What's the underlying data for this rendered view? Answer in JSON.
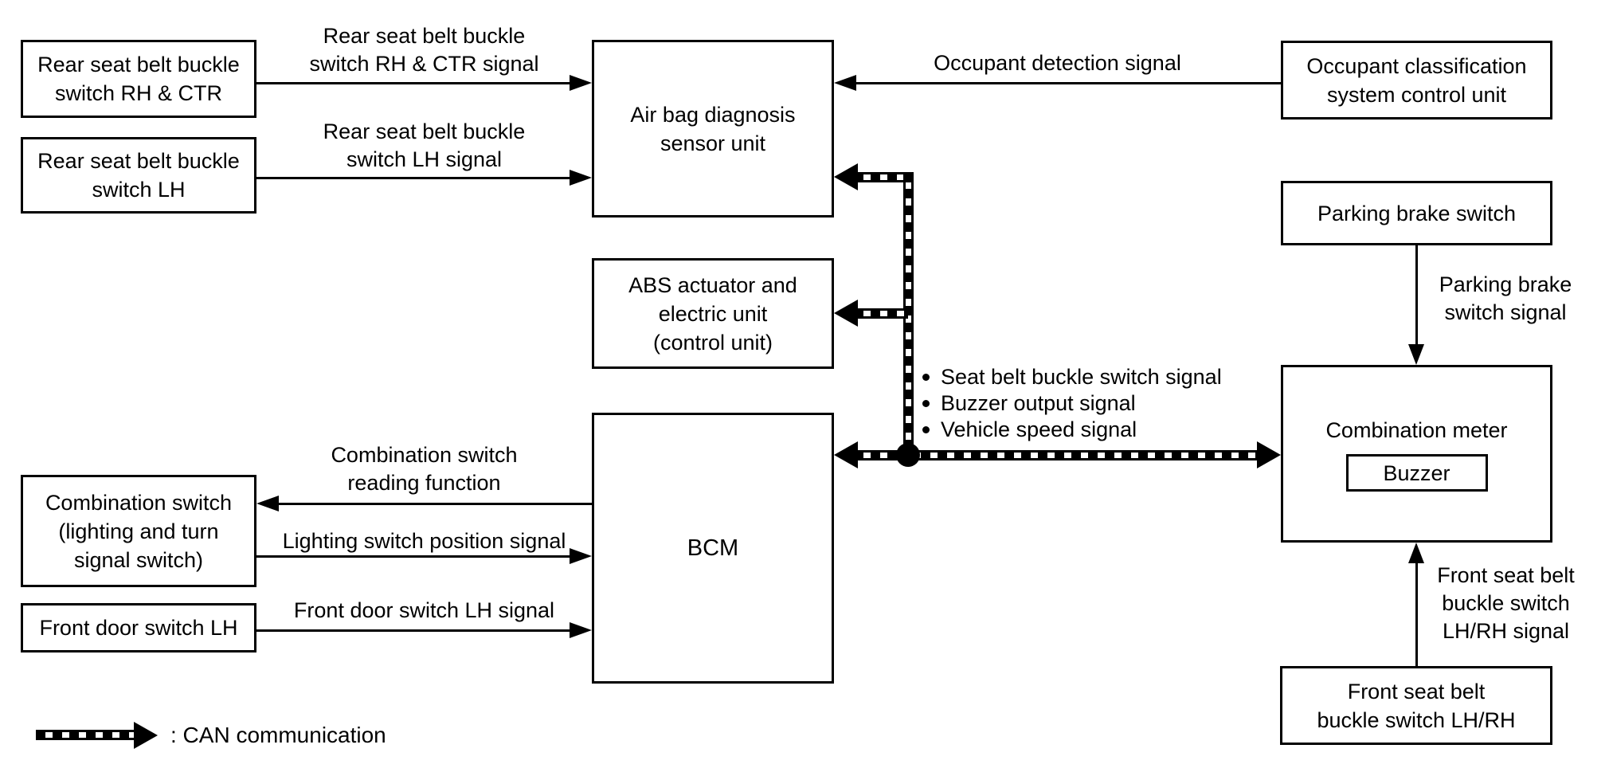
{
  "nodes": {
    "rear_seat_belt_buckle_switch_rh_ctr": {
      "lines": [
        "Rear seat belt buckle",
        "switch RH & CTR"
      ]
    },
    "rear_seat_belt_buckle_switch_lh": {
      "lines": [
        "Rear seat belt buckle",
        "switch LH"
      ]
    },
    "air_bag_diagnosis_sensor_unit": {
      "lines": [
        "Air bag diagnosis",
        "sensor unit"
      ]
    },
    "occupant_classification_system_control_unit": {
      "lines": [
        "Occupant classification",
        "system control unit"
      ]
    },
    "parking_brake_switch": {
      "lines": [
        "Parking brake switch"
      ]
    },
    "abs_actuator_and_electric_unit": {
      "lines": [
        "ABS actuator and",
        "electric unit",
        "(control unit)"
      ]
    },
    "bcm": {
      "lines": [
        "BCM"
      ]
    },
    "combination_meter": {
      "title": "Combination meter",
      "buzzer_label": "Buzzer"
    },
    "combination_switch": {
      "lines": [
        "Combination switch",
        "(lighting and turn",
        "signal switch)"
      ]
    },
    "front_door_switch_lh": {
      "lines": [
        "Front door switch LH"
      ]
    },
    "front_seat_belt_buckle_switch_lh_rh": {
      "lines": [
        "Front seat belt",
        "buckle switch LH/RH"
      ]
    }
  },
  "signals": {
    "rear_rh_ctr": {
      "lines": [
        "Rear seat belt buckle",
        "switch RH & CTR signal"
      ]
    },
    "rear_lh": {
      "lines": [
        "Rear seat belt buckle",
        "switch LH signal"
      ]
    },
    "occupant_detection": {
      "lines": [
        "Occupant detection signal"
      ]
    },
    "parking_brake": {
      "lines": [
        "Parking brake",
        "switch signal"
      ]
    },
    "combination_switch_reading": {
      "lines": [
        "Combination switch",
        "reading function"
      ]
    },
    "lighting_switch_position": {
      "lines": [
        "Lighting switch position signal"
      ]
    },
    "front_door_switch_lh": {
      "lines": [
        "Front door switch LH signal"
      ]
    },
    "front_seat_belt": {
      "lines": [
        "Front seat belt",
        "buckle switch",
        "LH/RH signal"
      ]
    },
    "can_bus_bullets": [
      "Seat belt buckle switch signal",
      "Buzzer output signal",
      "Vehicle speed signal"
    ]
  },
  "legend": {
    "can_label": ": CAN communication"
  },
  "colors": {
    "line": "#000000",
    "background": "#ffffff"
  }
}
